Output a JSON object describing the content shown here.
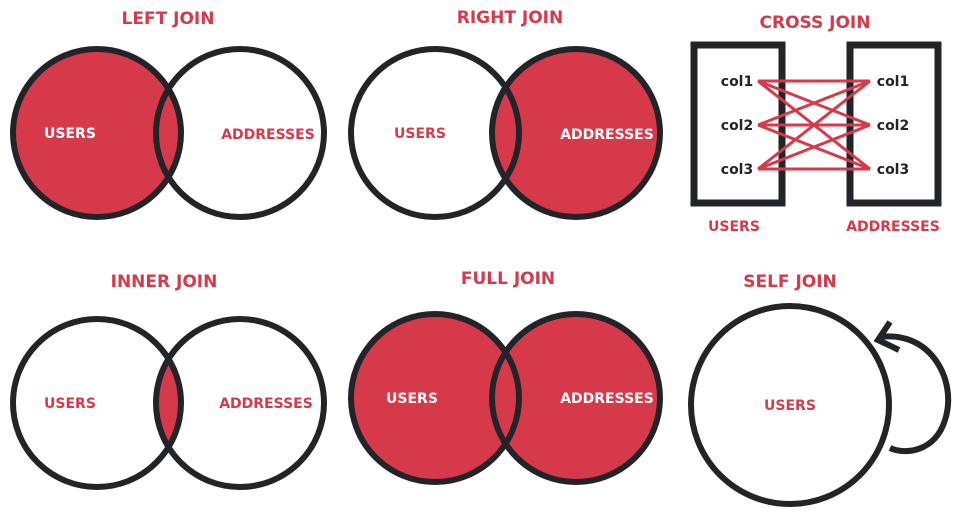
{
  "colors": {
    "accent": "#d63a4a",
    "outline": "#222429",
    "background": "#ffffff"
  },
  "diagrams": {
    "left_join": {
      "title": "LEFT JOIN",
      "left_label": "USERS",
      "right_label": "ADDRESSES",
      "highlight": "left + intersection"
    },
    "right_join": {
      "title": "RIGHT JOIN",
      "left_label": "USERS",
      "right_label": "ADDRESSES",
      "highlight": "right + intersection"
    },
    "cross_join": {
      "title": "CROSS JOIN",
      "left_label": "USERS",
      "right_label": "ADDRESSES",
      "left_columns": [
        "col1",
        "col2",
        "col3"
      ],
      "right_columns": [
        "col1",
        "col2",
        "col3"
      ]
    },
    "inner_join": {
      "title": "INNER JOIN",
      "left_label": "USERS",
      "right_label": "ADDRESSES",
      "highlight": "intersection"
    },
    "full_join": {
      "title": "FULL JOIN",
      "left_label": "USERS",
      "right_label": "ADDRESSES",
      "highlight": "both"
    },
    "self_join": {
      "title": "SELF JOIN",
      "label": "USERS"
    }
  }
}
